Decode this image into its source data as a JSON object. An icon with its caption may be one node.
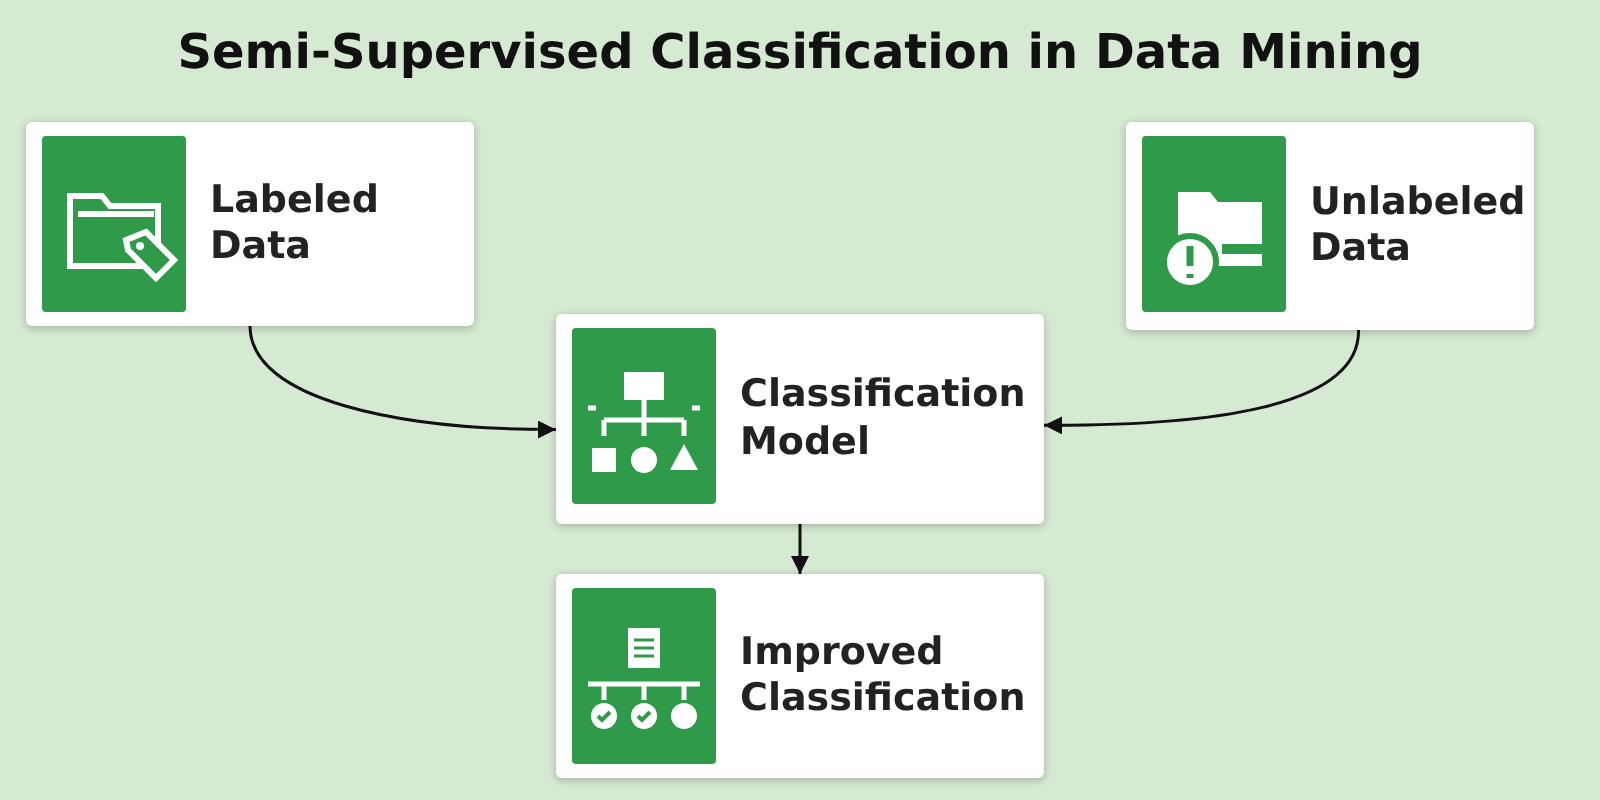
{
  "diagram": {
    "title": "Semi-Supervised Classification in Data Mining",
    "nodes": [
      {
        "text": [
          "Labeled Data"
        ]
      },
      {
        "text": [
          "Unlabeled Data"
        ]
      },
      {
        "text": [
          "Classification Model"
        ]
      },
      {
        "text": [
          "Improved Classification"
        ]
      }
    ],
    "edges": [
      {
        "from": 0,
        "to": 2,
        "arrow": "to"
      },
      {
        "from": 1,
        "to": 2,
        "arrow": "to"
      },
      {
        "from": 2,
        "to": 3,
        "arrow": "to"
      }
    ]
  }
}
